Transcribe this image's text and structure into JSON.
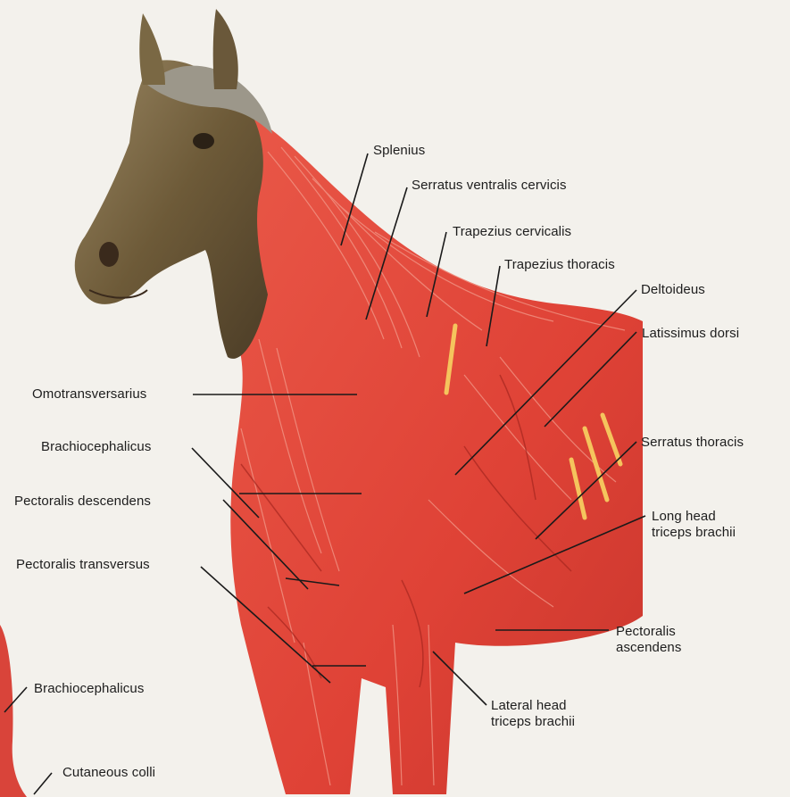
{
  "labels": {
    "splenius": "Splenius",
    "serratus_ventralis_cervicis": "Serratus ventralis cervicis",
    "trapezius_cervicalis": "Trapezius cervicalis",
    "trapezius_thoracis": "Trapezius thoracis",
    "deltoideus": "Deltoideus",
    "latissimus_dorsi": "Latissimus dorsi",
    "omotransversarius": "Omotransversarius",
    "brachiocephalicus": "Brachiocephalicus",
    "pectoralis_descendens": "Pectoralis descendens",
    "pectoralis_transversus": "Pectoralis transversus",
    "serratus_thoracis": "Serratus thoracis",
    "long_head_triceps": [
      "Long head",
      "triceps brachii"
    ],
    "pectoralis_ascendens": [
      "Pectoralis",
      "ascendens"
    ],
    "lateral_head_triceps": [
      "Lateral head",
      "triceps brachii"
    ],
    "brachiocephalicus_lower": "Brachiocephalicus",
    "cutaneous_colli": "Cutaneous colli"
  },
  "colors": {
    "background": "#f3f1ec",
    "muscle": "#e0463a",
    "muscle_dark": "#b82b24",
    "muscle_light": "#f08a7c",
    "head_brown": "#6b5a3a",
    "mane": "#8e8a7c",
    "tendon": "#f3c15a",
    "leader_line": "#1a1a1a"
  }
}
